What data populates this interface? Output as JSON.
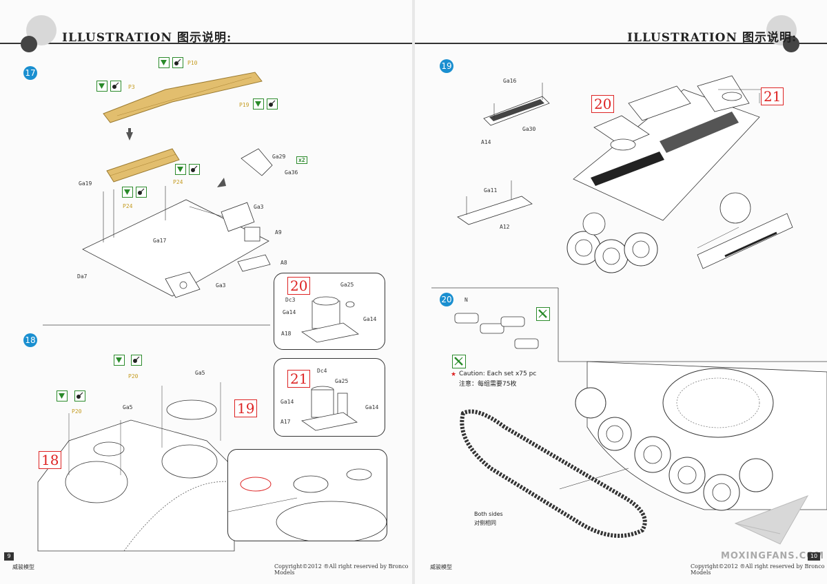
{
  "header": {
    "title_left": "ILLUSTRATION 图示说明:",
    "title_right": "ILLUSTRATION 图示说明:"
  },
  "steps": {
    "s17": "17",
    "s18": "18",
    "s19": "19",
    "s20": "20"
  },
  "callouts": {
    "c18": "18",
    "c19": "19",
    "c20": "20",
    "c21": "21",
    "c20_inset": "20",
    "c21_inset": "21"
  },
  "parts": {
    "p10": "P10",
    "p3": "P3",
    "p19": "P19",
    "p24a": "P24",
    "p24b": "P24",
    "p20a": "P20",
    "p20b": "P20",
    "ga29": "Ga29",
    "ga36": "Ga36",
    "x2": "x2",
    "ga19": "Ga19",
    "ga3a": "Ga3",
    "a9": "A9",
    "ga17": "Ga17",
    "a8": "A8",
    "da7": "Da7",
    "ga3b": "Ga3",
    "ga25a": "Ga25",
    "dc3": "Dc3",
    "ga14a": "Ga14",
    "ga14b": "Ga14",
    "a18": "A18",
    "dc4": "Dc4",
    "ga25b": "Ga25",
    "ga14c": "Ga14",
    "ga14d": "Ga14",
    "a17": "A17",
    "ga5a": "Ga5",
    "ga5b": "Ga5",
    "ga16": "Ga16",
    "a14": "A14",
    "ga30": "Ga30",
    "ga11": "Ga11",
    "a12": "A12",
    "n": "N"
  },
  "notes": {
    "caution_en": "Caution: Each set x75 pc",
    "caution_cn": "注意：每组需要75枚",
    "both_en": "Both sides",
    "both_cn": "对侧相同"
  },
  "footer": {
    "left_brand": "威骏模型",
    "left_copyright": "Copyright©2012  ®All right reserved by Bronco Models",
    "left_page": "9",
    "right_brand": "威骏模型",
    "right_copyright": "Copyright©2012  ®All right reserved by Bronco Models",
    "right_page": "10",
    "watermark": "MOXINGFANS.COM"
  },
  "colors": {
    "step_blue": "#1a8fd0",
    "callout_red": "#dd2222",
    "pe_brass": "#d9b15c",
    "icon_green": "#2a8a2a"
  }
}
